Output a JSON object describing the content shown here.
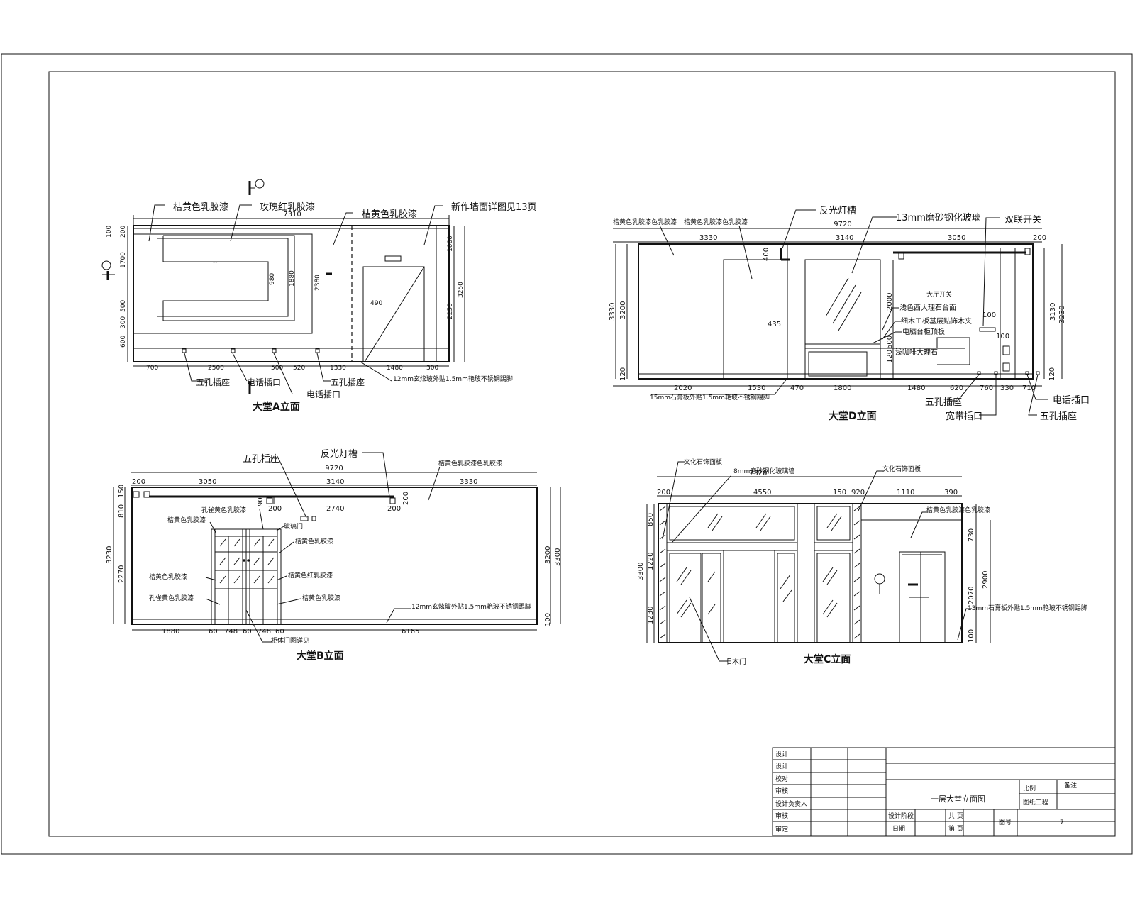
{
  "elevA": {
    "title": "大堂A立面",
    "top_dim": "7310",
    "bottom_dims": [
      "700",
      "2500",
      "500",
      "520",
      "1330",
      "1480",
      "300"
    ],
    "left_dims": [
      "100",
      "200",
      "1700",
      "500",
      "300",
      "600"
    ],
    "right_dims": [
      "1000",
      "2250",
      "3250"
    ],
    "inner_dims": [
      "980",
      "1880",
      "2380",
      "490"
    ],
    "labels": {
      "paint_orange_1": "桔黄色乳胶漆",
      "paint_rose": "玫瑰红乳胶漆",
      "paint_orange_2": "桔黄色乳胶漆",
      "new_wall_note": "新作墙面详图见13页",
      "socket_5": "五孔插座",
      "phone_1": "电话插口",
      "phone_2": "电话插口",
      "socket_5b": "五孔插座",
      "glass_note": "12mm玄炫玻外贴1.5mm艳玻不锈钢踢脚"
    }
  },
  "elevD": {
    "title": "大堂D立面",
    "top_dim": "9720",
    "top_dims": [
      "3330",
      "3140",
      "3050",
      "200"
    ],
    "bottom_dims": [
      "2020",
      "1530",
      "470",
      "1800",
      "1480",
      "620",
      "760",
      "330",
      "710"
    ],
    "left_dims": [
      "3330",
      "3200",
      "120"
    ],
    "right_dims": [
      "3130",
      "3230",
      "120"
    ],
    "inner_dims": [
      "400",
      "435",
      "2000",
      "120",
      "600",
      "100",
      "100"
    ],
    "labels": {
      "paint_left": "桔黄色乳胶漆色乳胶漆",
      "paint_mid": "桔黄色乳胶漆色乳胶漆",
      "cove": "反光灯槽",
      "glass_13": "13mm磨砂钢化玻璃",
      "switch_double": "双联开关",
      "marble_counter": "浅色西大理石台面",
      "wood_panel": "细木工板基层贴饰木夹",
      "counter_board": "电脑台柜顶板",
      "marble_counter_2": "浅咖啡大理石",
      "socket_5": "五孔插座",
      "broadband": "宽带插口",
      "phone": "电话插口",
      "socket_5b": "五孔插座",
      "bottom_note": "15mm石膏板外贴1.5mm艳玻不锈钢踢脚",
      "sw_note": "大厅开关"
    }
  },
  "elevB": {
    "title": "大堂B立面",
    "top_dim": "9720",
    "top_dims": [
      "200",
      "3050",
      "3140",
      "3330"
    ],
    "mid_dims": [
      "90",
      "200",
      "2740",
      "200",
      "200"
    ],
    "bottom_dims": [
      "1880",
      "60",
      "748",
      "60",
      "748",
      "60",
      "6165"
    ],
    "left_dims": [
      "150",
      "810",
      "2270",
      "3230"
    ],
    "right_dims": [
      "3200",
      "3300",
      "100"
    ],
    "labels": {
      "socket_5": "五孔插座",
      "cove": "反光灯槽",
      "paint_right": "桔黄色乳胶漆色乳胶漆",
      "cab_1": "孔雀黄色乳胶漆",
      "cab_2": "桔黄色乳胶漆",
      "cab_3": "桔黄色乳胶漆",
      "cab_4": "孔雀黄色乳胶漆",
      "cab_r1": "玻璃门",
      "cab_r2": "桔黄色乳胶漆",
      "cab_r3": "桔黄色红乳胶漆",
      "cab_r4": "桔黄色乳胶漆",
      "bottom_note": "12mm玄炫玻外贴1.5mm艳玻不锈钢踢脚",
      "cab_bottom": "柜体门图详见"
    }
  },
  "elevC": {
    "title": "大堂C立面",
    "top_dim": "7320",
    "top_dims": [
      "200",
      "4550",
      "150",
      "920",
      "1110",
      "390"
    ],
    "left_dims": [
      "850",
      "1220",
      "1230",
      "3300"
    ],
    "right_dims": [
      "730",
      "2070",
      "2900",
      "100"
    ],
    "labels": {
      "stone": "文化石饰面板",
      "glass": "8mm磨砂钢化玻璃墙",
      "stone_2": "文化石饰面板",
      "paint": "桔黄色乳胶漆色乳胶漆",
      "bottom_note": "13mm石膏板外贴1.5mm艳玻不锈钢踢脚",
      "door": "旧木门"
    }
  },
  "title_block": {
    "row_labels": [
      "设计",
      "设计",
      "校对",
      "审核",
      "设计负责人",
      "审核",
      "审定"
    ],
    "drawing_name": "一层大堂立面图",
    "field_a": "比例",
    "field_b": "图纸工程",
    "stage_label": "设计阶段",
    "date_label": "日期",
    "page_label": "共    页",
    "page_label_2": "第    页",
    "sheet_label": "图号",
    "sheet_no": "7",
    "small_note": "备注"
  }
}
